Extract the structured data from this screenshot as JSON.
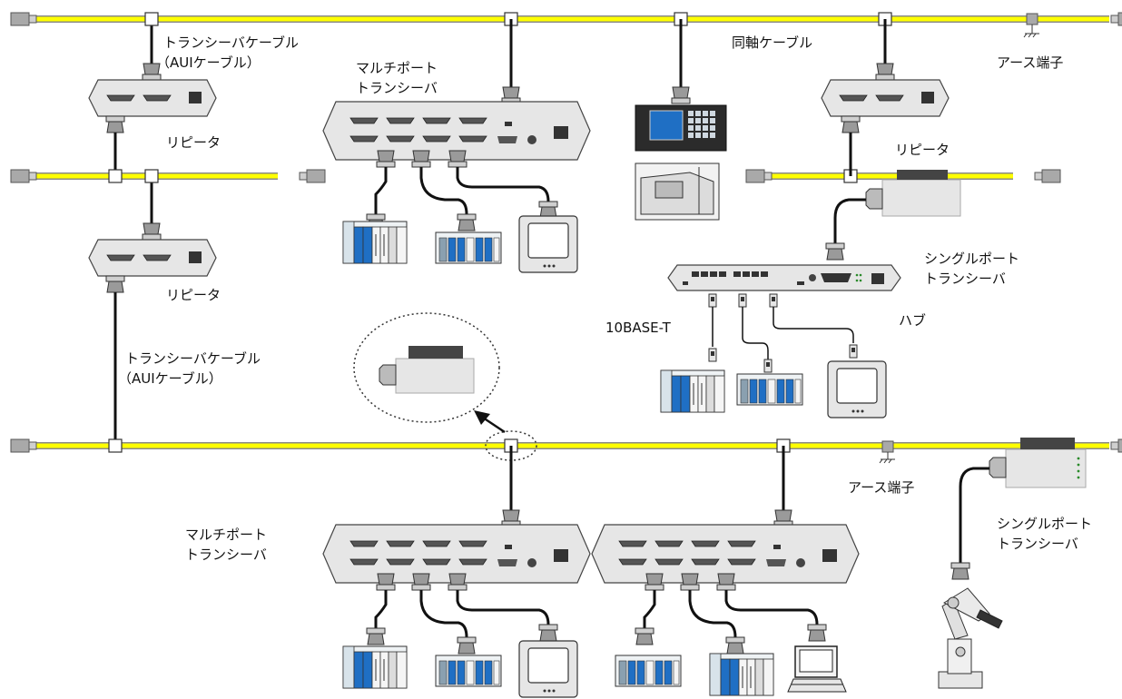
{
  "labels": {
    "aui_cable_top": [
      "トランシーバケーブル",
      "（AUIケーブル）"
    ],
    "multiport_top": [
      "マルチポート",
      "トランシーバ"
    ],
    "coax_cable": "同軸ケーブル",
    "earth_terminal_top": "アース端子",
    "repeater_left": "リピータ",
    "repeater_right": "リピータ",
    "repeater_left2": "リピータ",
    "singleport_right": [
      "シングルポート",
      "トランシーバ"
    ],
    "tenbase_t": "10BASE-T",
    "hub": "ハブ",
    "aui_cable_mid": [
      "トランシーバケーブル",
      "（AUIケーブル）"
    ],
    "earth_terminal_bottom": "アース端子",
    "multiport_bottom": [
      "マルチポート",
      "トランシーバ"
    ],
    "singleport_bottom": [
      "シングルポート",
      "トランシーバ"
    ]
  },
  "colors": {
    "coax": "#ffff00",
    "coax_edge": "#8a8a8a",
    "device_fill": "#e6e6e6",
    "screen_blue": "#1f6fc4",
    "cable": "#111111"
  },
  "icons": [
    "repeater-icon",
    "multiport-transceiver-icon",
    "single-port-transceiver-icon",
    "hub-icon",
    "plc-icon",
    "monitor-icon",
    "computer-icon",
    "cnc-machine-icon",
    "robot-arm-icon",
    "earth-ground-icon",
    "terminator-icon",
    "aui-connector-icon"
  ]
}
